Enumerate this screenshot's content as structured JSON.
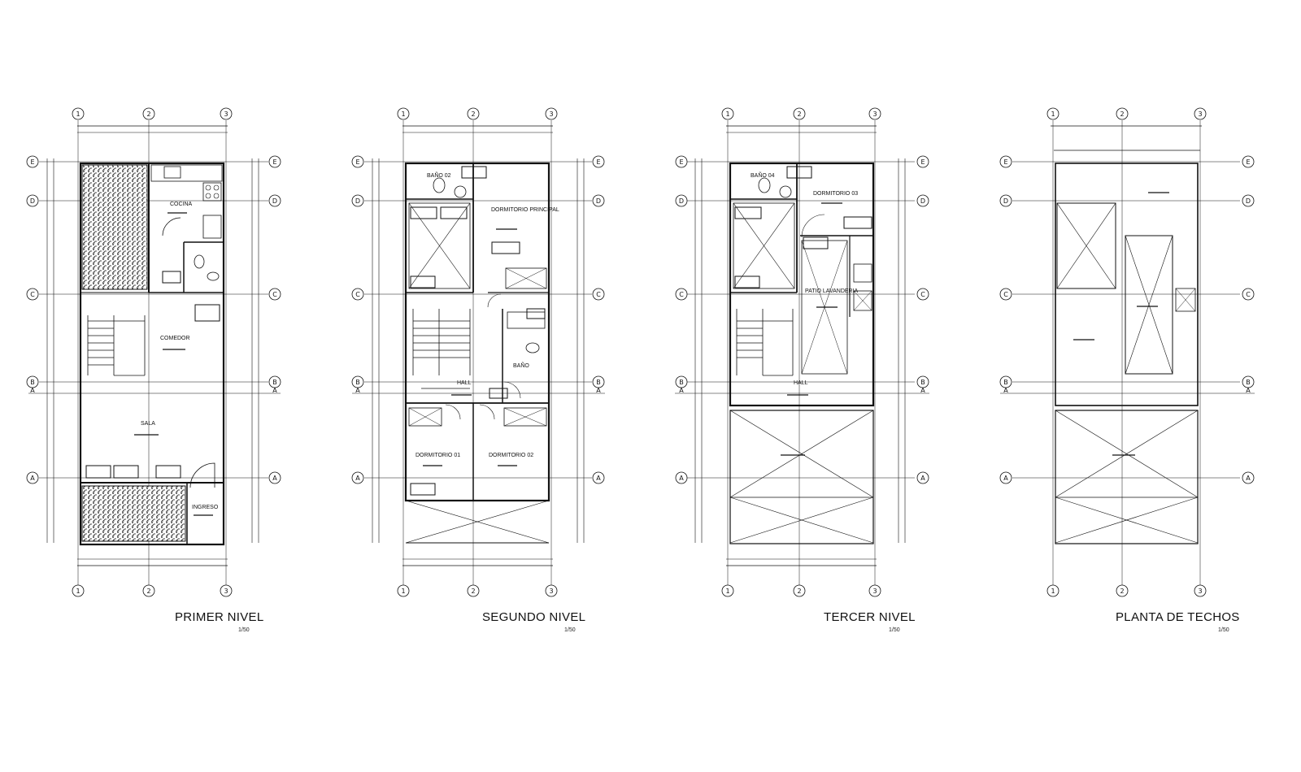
{
  "drawing": {
    "scale": "1/50",
    "plans": [
      {
        "id": "primer",
        "title": "PRIMER NIVEL",
        "scale": "1/50",
        "rooms": [
          "COCINA",
          "COMEDOR",
          "SALA",
          "INGRESO"
        ]
      },
      {
        "id": "segundo",
        "title": "SEGUNDO NIVEL",
        "scale": "1/50",
        "rooms": [
          "BAÑO 02",
          "DORMITORIO PRINCIPAL",
          "BAÑO",
          "HALL",
          "DORMITORIO 01",
          "DORMITORIO 02"
        ]
      },
      {
        "id": "tercer",
        "title": "TERCER NIVEL",
        "scale": "1/50",
        "rooms": [
          "BAÑO 04",
          "DORMITORIO 03",
          "PATIO LAVANDERIA",
          "HALL"
        ]
      },
      {
        "id": "techos",
        "title": "PLANTA DE TECHOS",
        "scale": "1/50",
        "rooms": []
      }
    ],
    "axes": {
      "columns": [
        "1",
        "2",
        "3"
      ],
      "rows": [
        "E",
        "D",
        "C",
        "B",
        "A"
      ],
      "cut": "A"
    }
  }
}
